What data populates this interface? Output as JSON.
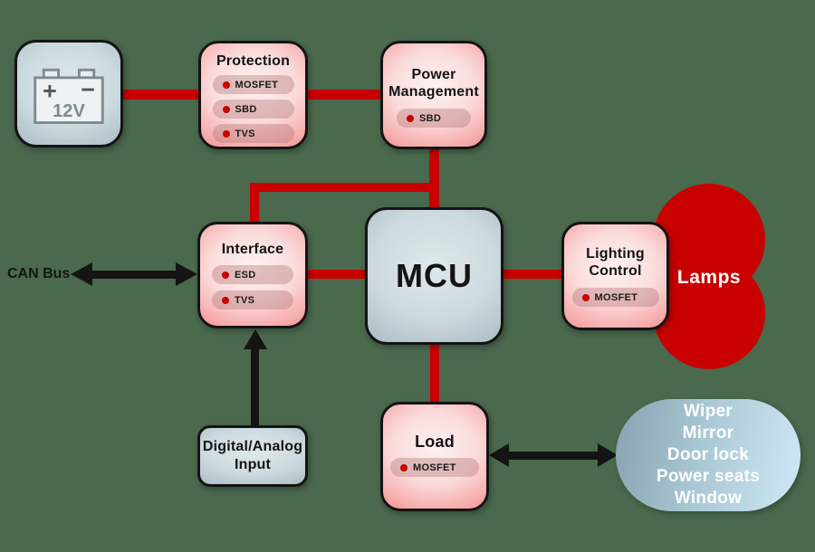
{
  "colors": {
    "background": "#4a694d",
    "wire_red": "#c80000",
    "arrow_black": "#141414",
    "blob_red": "#c80000"
  },
  "labels": {
    "can_bus": "CAN Bus"
  },
  "blocks": {
    "battery": {
      "voltage": "12V",
      "plus": "+",
      "minus": "−"
    },
    "protection": {
      "title": "Protection",
      "items": [
        "MOSFET",
        "SBD",
        "TVS"
      ]
    },
    "power_management": {
      "title": "Power Management",
      "items": [
        "SBD"
      ]
    },
    "interface": {
      "title": "Interface",
      "items": [
        "ESD",
        "TVS"
      ]
    },
    "mcu": {
      "title": "MCU"
    },
    "lighting_control": {
      "title": "Lighting Control",
      "items": [
        "MOSFET"
      ]
    },
    "load": {
      "title": "Load",
      "items": [
        "MOSFET"
      ]
    },
    "da_input": {
      "title": "Digital/Analog Input"
    },
    "lamps": {
      "label": "Lamps"
    },
    "loads_list": {
      "items": [
        "Wiper",
        "Mirror",
        "Door lock",
        "Power seats",
        "Window"
      ]
    }
  }
}
